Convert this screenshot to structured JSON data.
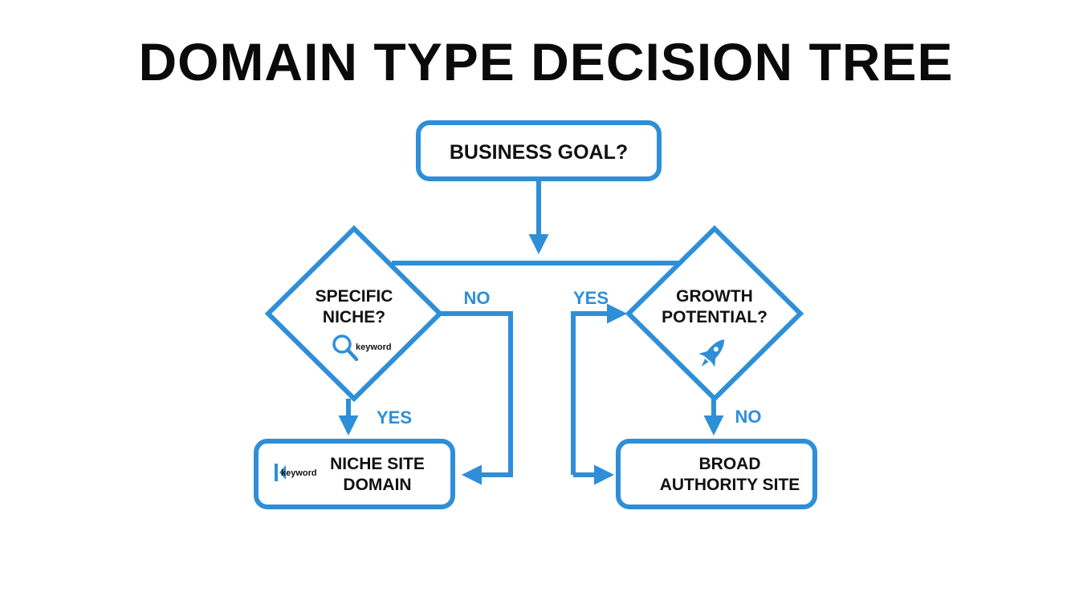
{
  "title": "DOMAIN TYPE DECISION TREE",
  "colors": {
    "accent": "#2e8fd8",
    "text": "#111111",
    "background": "#ffffff"
  },
  "nodes": {
    "start": {
      "shape": "rounded-rect",
      "label": "BUSINESS GOAL?"
    },
    "niche_question": {
      "shape": "diamond",
      "lines": [
        "SPECIFIC",
        "NICHE?"
      ],
      "icon": "magnifier-icon",
      "icon_text": "keyword"
    },
    "growth_question": {
      "shape": "diamond",
      "lines": [
        "GROWTH",
        "POTENTIAL?"
      ],
      "icon": "rocket-icon"
    },
    "niche_site": {
      "shape": "rounded-rect",
      "lines": [
        "NICHE SITE",
        "DOMAIN"
      ],
      "icon": "keyword-logo-icon",
      "icon_text": "keyword"
    },
    "authority_site": {
      "shape": "rounded-rect",
      "lines": [
        "BROAD",
        "AUTHORITY SITE"
      ]
    }
  },
  "edges": [
    {
      "from": "start",
      "to": "niche_question",
      "label": ""
    },
    {
      "from": "start",
      "to": "growth_question",
      "label": ""
    },
    {
      "from": "niche_question",
      "to": "niche_site",
      "label": "YES"
    },
    {
      "from": "niche_question",
      "to": "niche_site",
      "label": "NO"
    },
    {
      "from": "growth_question",
      "to": "authority_site",
      "label": "NO"
    },
    {
      "from": "growth_question",
      "to": "authority_site",
      "label": "YES"
    }
  ]
}
